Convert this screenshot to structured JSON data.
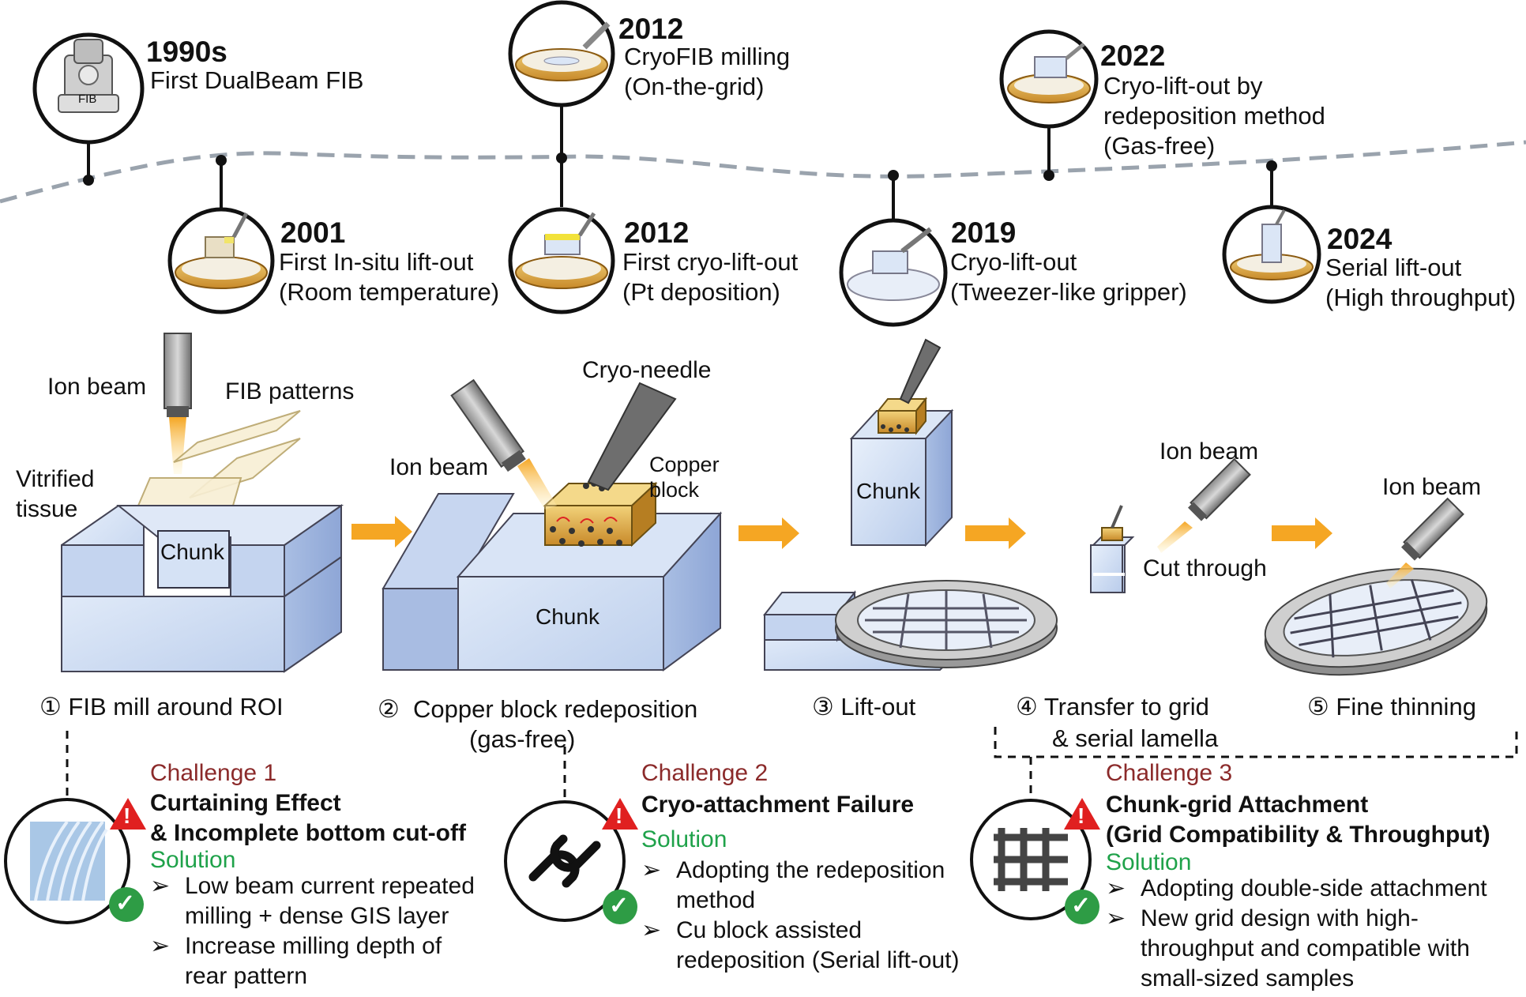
{
  "colors": {
    "accent_arrow": "#F5A623",
    "challenge": "#8B2A2A",
    "solution": "#1fa24a",
    "gold": "#C88A2A",
    "ice": "#C9D8F2",
    "warning": "#E02020"
  },
  "timeline": {
    "events": [
      {
        "year": "1990s",
        "line1": "First DualBeam FIB",
        "line2": "",
        "icon_text": "FIB"
      },
      {
        "year": "2001",
        "line1": "First In-situ lift-out",
        "line2": "(Room temperature)"
      },
      {
        "year": "2012",
        "line1": "CryoFIB milling",
        "line2": "(On-the-grid)"
      },
      {
        "year": "2012",
        "line1": "First cryo-lift-out",
        "line2": "(Pt deposition)"
      },
      {
        "year": "2019",
        "line1": "Cryo-lift-out",
        "line2": "(Tweezer-like gripper)"
      },
      {
        "year": "2022",
        "line1": "Cryo-lift-out by",
        "line2": "redeposition method",
        "line3": "(Gas-free)"
      },
      {
        "year": "2024",
        "line1": "Serial lift-out",
        "line2": "(High throughput)"
      }
    ]
  },
  "labels": {
    "ion_beam": "Ion beam",
    "fib_patterns": "FIB patterns",
    "vitrified_1": "Vitrified",
    "vitrified_2": "tissue",
    "chunk": "Chunk",
    "cryo_needle": "Cryo-needle",
    "copper_1": "Copper",
    "copper_2": "block",
    "cut_through": "Cut through"
  },
  "steps": [
    {
      "num": "①",
      "text": "FIB mill around ROI",
      "text2": ""
    },
    {
      "num": "②",
      "text": "Copper block redeposition",
      "text2": "(gas-free)"
    },
    {
      "num": "③",
      "text": "Lift-out",
      "text2": ""
    },
    {
      "num": "④",
      "text": "Transfer to grid",
      "text2": "& serial lamella"
    },
    {
      "num": "⑤",
      "text": "Fine thinning",
      "text2": ""
    }
  ],
  "challenges": [
    {
      "label": "Challenge 1",
      "title1": "Curtaining Effect",
      "title2": "& Incomplete bottom cut-off",
      "solution": "Solution",
      "bullets": [
        {
          "l1": "Low beam current repeated",
          "l2": "milling + dense GIS layer"
        },
        {
          "l1": "Increase milling depth of",
          "l2": "rear pattern"
        }
      ]
    },
    {
      "label": "Challenge 2",
      "title1": "Cryo-attachment Failure",
      "title2": "",
      "solution": "Solution",
      "bullets": [
        {
          "l1": "Adopting the redeposition",
          "l2": "method"
        },
        {
          "l1": "Cu block assisted",
          "l2": "redeposition  (Serial lift-out)"
        }
      ]
    },
    {
      "label": "Challenge 3",
      "title1": "Chunk-grid Attachment",
      "title2": "(Grid Compatibility & Throughput)",
      "solution": "Solution",
      "bullets": [
        {
          "l1": "Adopting double-side attachment",
          "l2": ""
        },
        {
          "l1": "New grid design with high-",
          "l2": "throughput and compatible with",
          "l3": "small-sized samples"
        }
      ]
    }
  ],
  "symbols": {
    "bullet": "➢",
    "warning": "!",
    "check": "✓"
  }
}
